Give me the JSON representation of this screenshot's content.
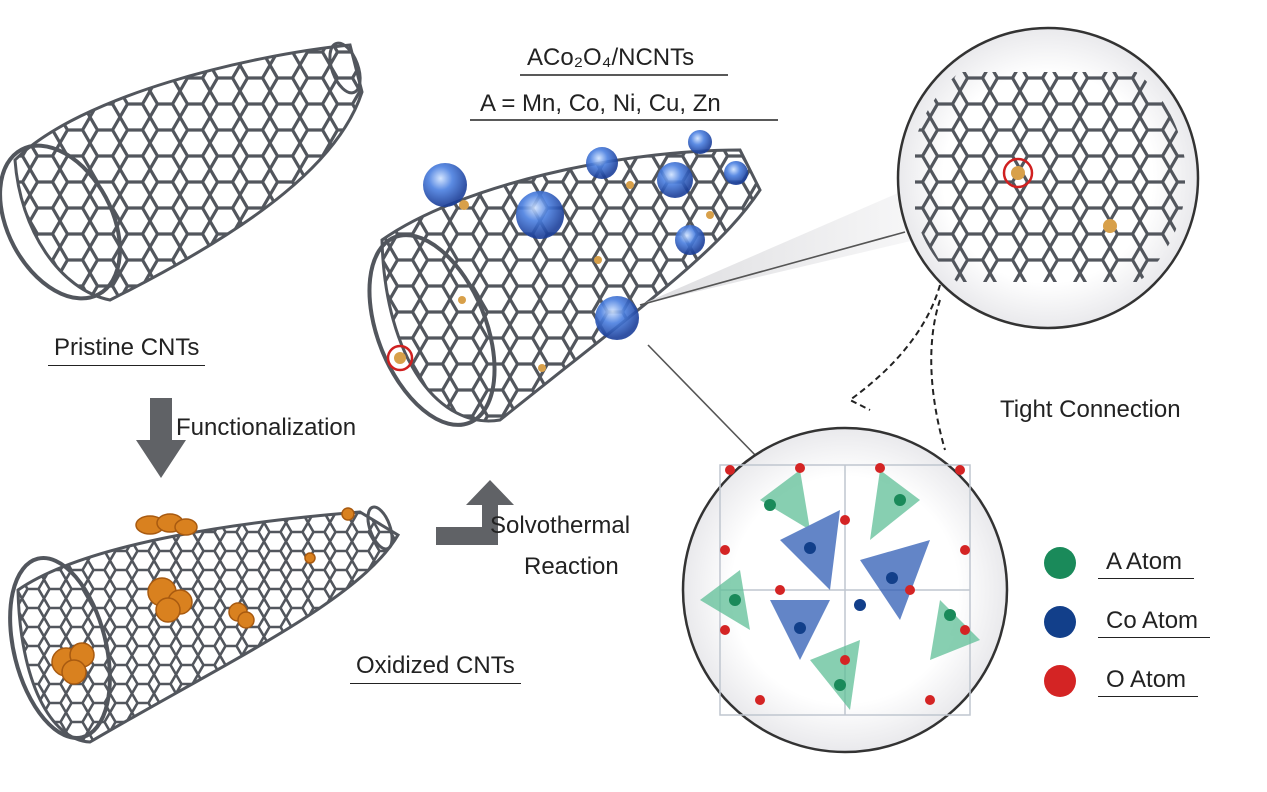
{
  "labels": {
    "product_formula": "ACo₂O₄/NCNTs",
    "product_elements": "A = Mn, Co, Ni, Cu, Zn",
    "pristine": "Pristine  CNTs",
    "functionalization": "Functionalization",
    "oxidized": "Oxidized CNTs",
    "solvothermal_1": "Solvothermal",
    "solvothermal_2": "Reaction",
    "tight_connection": "Tight Connection"
  },
  "legend": [
    {
      "label": "A  Atom",
      "color": "#1a8a5a"
    },
    {
      "label": "Co Atom",
      "color": "#123f8a"
    },
    {
      "label": "O  Atom",
      "color": "#d42424"
    }
  ],
  "colors": {
    "carbon": "#4a4e55",
    "dopant": "#d8a04a",
    "oxidized_group": "#d9811f",
    "nanoparticle": "#3e7be0",
    "highlight_ring": "#d02020"
  }
}
